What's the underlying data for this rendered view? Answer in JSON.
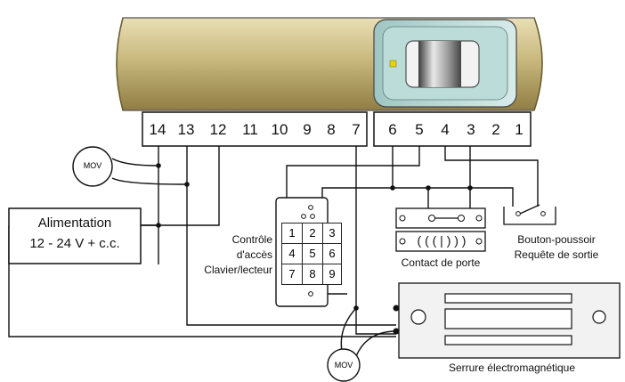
{
  "terminals": [
    "14",
    "13",
    "12",
    "11",
    "10",
    "9",
    "8",
    "7",
    "6",
    "5",
    "4",
    "3",
    "2",
    "1"
  ],
  "mov_top": "MOV",
  "mov_bottom": "MOV",
  "power_supply": {
    "line1": "Alimentation",
    "line2": "12 - 24 V + c.c."
  },
  "keypad": {
    "label_line1": "Contrôle",
    "label_line2": "d'accès",
    "label_line3": "Clavier/lecteur",
    "keys": [
      "1",
      "2",
      "3",
      "4",
      "5",
      "6",
      "7",
      "8",
      "9"
    ]
  },
  "door_contact": {
    "magnet_glyphs": "( ( ( | ) ) )",
    "label": "Contact de porte"
  },
  "push_button": {
    "label_line1": "Bouton-poussoir",
    "label_line2": "Requête de sortie"
  },
  "lock": {
    "label": "Serrure électromagnétique"
  },
  "colors": {
    "housing": "#c9b97e",
    "window": "#bcdcda",
    "led": "#e6d40a",
    "lock_body": "#f2f2f2"
  }
}
